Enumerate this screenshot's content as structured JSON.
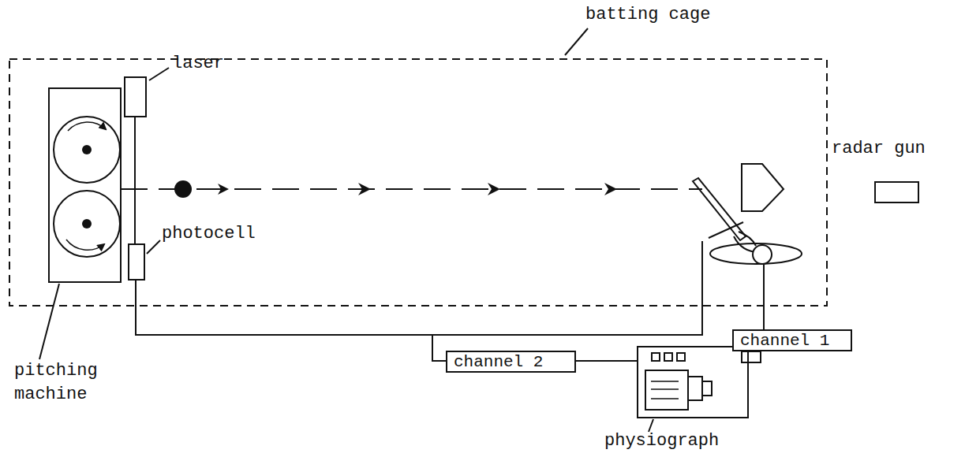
{
  "diagram": {
    "nodes": [
      {
        "text": [
          "channel 2"
        ]
      },
      {
        "text": [
          "channel 1"
        ]
      },
      {
        "text": [
          "radar gun"
        ]
      }
    ],
    "labels": [
      "batting cage",
      "laser",
      "photocell",
      "pitching machine",
      "physiograph"
    ]
  }
}
